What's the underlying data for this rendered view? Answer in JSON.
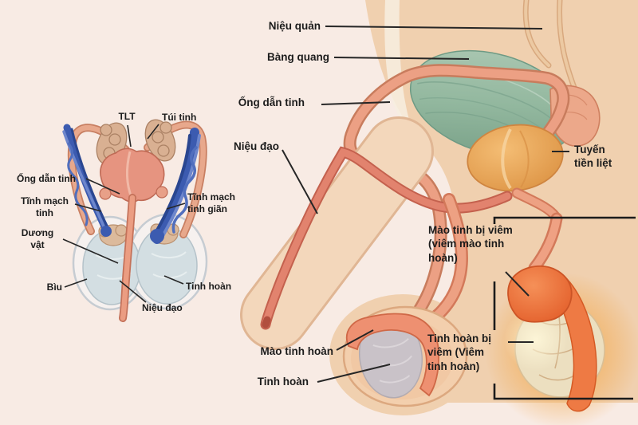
{
  "figure_left": {
    "labels": {
      "tlt": "TLT",
      "tui_tinh": "Túi tinh",
      "ong_dan_tinh": "Ống dẫn tinh",
      "tinh_mach_tinh": "Tĩnh mạch\ntinh",
      "duong_vat": "Dương\nvật",
      "biu": "Bìu",
      "nieu_dao": "Niệu đạo",
      "tinh_mach_tinh_gian": "Tĩnh mạch\ntinh giãn",
      "tinh_hoan": "Tinh hoàn"
    }
  },
  "figure_right": {
    "labels": {
      "nieu_quan": "Niệu quản",
      "bang_quang": "Bàng quang",
      "ong_dan_tinh": "Ống dẫn tinh",
      "nieu_dao": "Niệu đạo",
      "tuyen_tien_liet": "Tuyến\ntiền liệt",
      "mao_tinh_bi_viem": "Mào tinh bị viêm\n(viêm mào tinh\nhoàn)",
      "tinh_hoan_bi_viem": "Tinh hoàn bị\nviêm (Viêm\ntinh hoàn)",
      "mao_tinh_hoan": "Mào tinh hoàn",
      "tinh_hoan": "Tinh hoàn"
    }
  },
  "colors": {
    "background": "#f8ebe4",
    "body_skin": "#f0d0af",
    "penis_skin": "#f3d7bb",
    "tube_salmon": "#eca084",
    "tube_outline": "#c87c5d",
    "urethra_red": "#e2836e",
    "bladder_teal": "#9cbfa9",
    "prostate_orange": "#eaa75e",
    "testis_grey": "#c9c2c8",
    "testis_inflamed": "#ecdfc0",
    "epididymis_inflamed": "#ec6f3a",
    "glow_yellow": "#f2a94e",
    "vein_blue": "#3f5fae",
    "label_text": "#1c1c1c",
    "leader_line": "#262626"
  }
}
